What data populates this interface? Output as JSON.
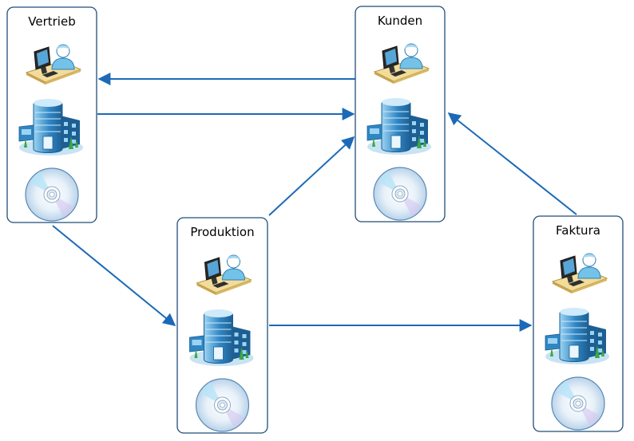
{
  "colors": {
    "border": "#1f4e79",
    "arrow": "#1c6ab7",
    "desk": "#f2dc9b",
    "person": "#74c2e8",
    "building": "#2f86c4",
    "building_light": "#9cd3f2",
    "grass": "#3aa845",
    "disc": "#dbe9f5"
  },
  "nodes": [
    {
      "id": "vertrieb",
      "title": "Vertrieb",
      "icons": [
        "workstation-icon",
        "server-building-icon",
        "disc-icon"
      ]
    },
    {
      "id": "kunden",
      "title": "Kunden",
      "icons": [
        "workstation-icon",
        "server-building-icon",
        "disc-icon"
      ]
    },
    {
      "id": "produktion",
      "title": "Produktion",
      "icons": [
        "workstation-icon",
        "server-building-icon",
        "disc-icon"
      ]
    },
    {
      "id": "faktura",
      "title": "Faktura",
      "icons": [
        "workstation-icon",
        "server-building-icon",
        "disc-icon"
      ]
    }
  ],
  "edges": [
    {
      "from": "kunden",
      "to": "vertrieb"
    },
    {
      "from": "vertrieb",
      "to": "kunden"
    },
    {
      "from": "vertrieb",
      "to": "produktion"
    },
    {
      "from": "produktion",
      "to": "kunden"
    },
    {
      "from": "produktion",
      "to": "faktura"
    },
    {
      "from": "faktura",
      "to": "kunden"
    }
  ]
}
